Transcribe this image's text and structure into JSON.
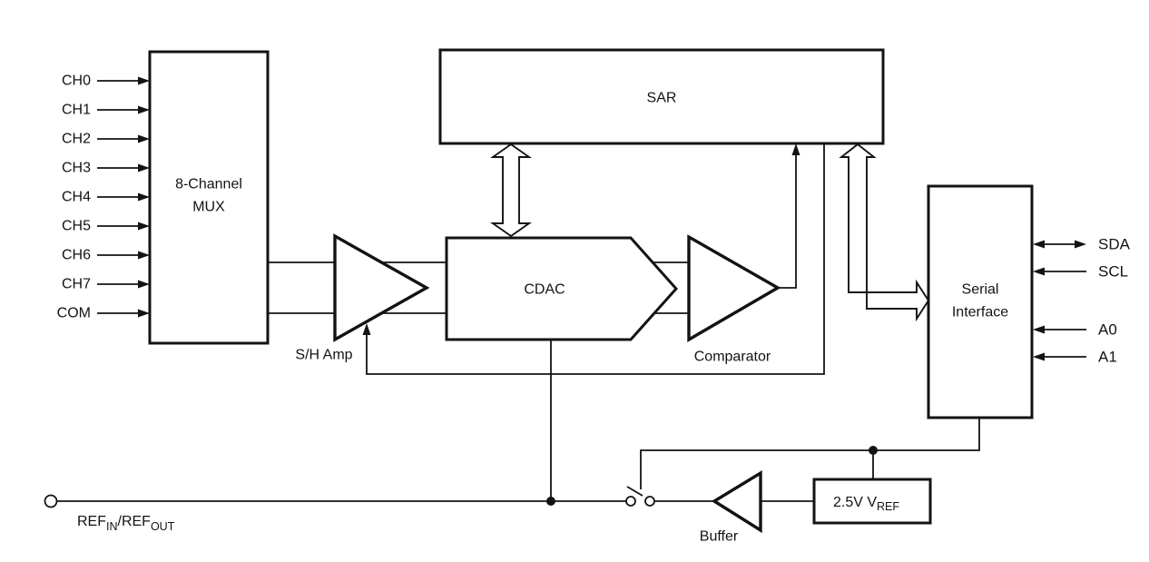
{
  "diagram": {
    "description": "ADC functional block diagram",
    "colors": {
      "line": "#131313",
      "background": "#ffffff"
    },
    "blocks": {
      "mux": {
        "line1": "8-Channel",
        "line2": "MUX"
      },
      "sar": {
        "label": "SAR"
      },
      "cdac": {
        "label": "CDAC"
      },
      "sh_amp": {
        "label": "S/H Amp"
      },
      "comparator": {
        "label": "Comparator"
      },
      "serial_interface": {
        "line1": "Serial",
        "line2": "Interface"
      },
      "buffer": {
        "label": "Buffer"
      },
      "vref": {
        "main": "2.5V V",
        "sub": "REF"
      }
    },
    "channel_inputs": [
      "CH0",
      "CH1",
      "CH2",
      "CH3",
      "CH4",
      "CH5",
      "CH6",
      "CH7",
      "COM"
    ],
    "serial_pins": [
      {
        "label": "SDA",
        "direction": "bidirectional"
      },
      {
        "label": "SCL",
        "direction": "input"
      },
      {
        "label": "A0",
        "direction": "input"
      },
      {
        "label": "A1",
        "direction": "input"
      }
    ],
    "ref_label": {
      "main1": "REF",
      "sub1": "IN",
      "main2": "/REF",
      "sub2": "OUT"
    }
  }
}
